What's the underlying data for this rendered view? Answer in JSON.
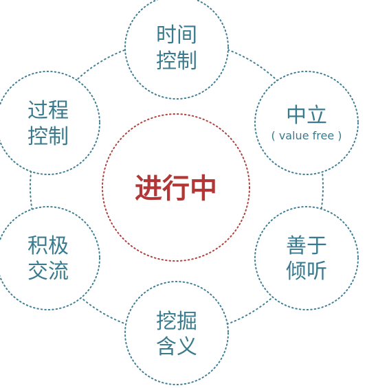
{
  "center": {
    "label": "进行中"
  },
  "nodes": [
    {
      "id": "time-control",
      "lines": [
        "时间",
        "控制"
      ]
    },
    {
      "id": "neutral",
      "lines": [
        "中立"
      ],
      "sub": "( value free )"
    },
    {
      "id": "good-listening",
      "lines": [
        "善于",
        "倾听"
      ]
    },
    {
      "id": "dig-meaning",
      "lines": [
        "挖掘",
        "含义"
      ]
    },
    {
      "id": "active-communication",
      "lines": [
        "积极",
        "交流"
      ]
    },
    {
      "id": "process-control",
      "lines": [
        "过程",
        "控制"
      ]
    }
  ],
  "colors": {
    "outer": "#3f7f95",
    "outer_text": "#3a7a8e",
    "center": "#b0403e",
    "center_text": "#b33636"
  }
}
